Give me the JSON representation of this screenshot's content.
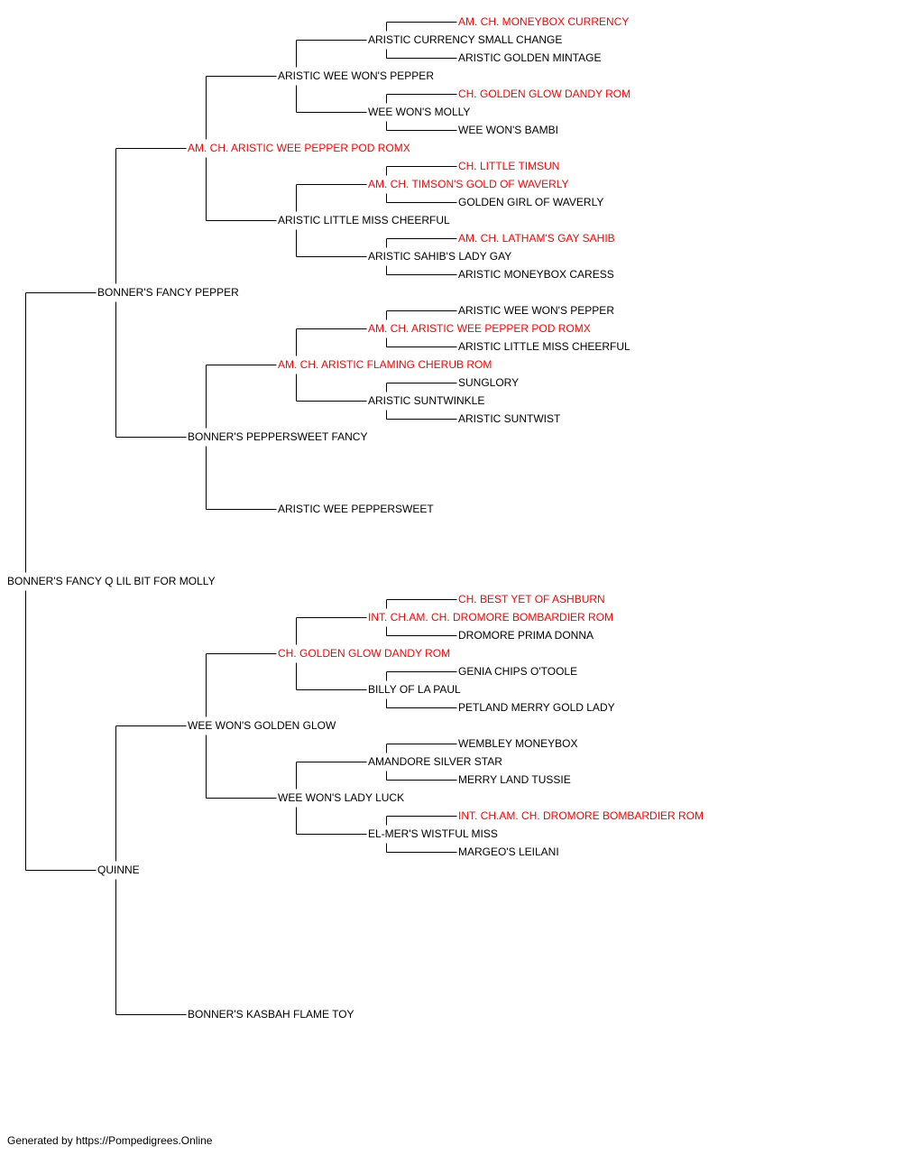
{
  "colors": {
    "champion": "#ff0000",
    "normal": "#000000"
  },
  "pedigree": {
    "name": "BONNER'S FANCY Q LIL BIT FOR MOLLY",
    "champion": false,
    "sire": {
      "name": "BONNER'S FANCY PEPPER",
      "champion": false,
      "sire": {
        "name": "AM. CH. ARISTIC WEE PEPPER POD ROMX",
        "champion": true,
        "sire": {
          "name": "ARISTIC WEE WON'S PEPPER",
          "champion": false,
          "sire": {
            "name": "ARISTIC CURRENCY SMALL CHANGE",
            "champion": false,
            "sire": {
              "name": "AM. CH. MONEYBOX CURRENCY",
              "champion": true
            },
            "dam": {
              "name": "ARISTIC GOLDEN MINTAGE",
              "champion": false
            }
          },
          "dam": {
            "name": "WEE WON'S MOLLY",
            "champion": false,
            "sire": {
              "name": "CH. GOLDEN GLOW DANDY ROM",
              "champion": true
            },
            "dam": {
              "name": "WEE WON'S BAMBI",
              "champion": false
            }
          }
        },
        "dam": {
          "name": "ARISTIC LITTLE MISS CHEERFUL",
          "champion": false,
          "sire": {
            "name": "AM. CH. TIMSON'S GOLD OF WAVERLY",
            "champion": true,
            "sire": {
              "name": "CH. LITTLE TIMSUN",
              "champion": true
            },
            "dam": {
              "name": "GOLDEN GIRL OF WAVERLY",
              "champion": false
            }
          },
          "dam": {
            "name": "ARISTIC SAHIB'S LADY GAY",
            "champion": false,
            "sire": {
              "name": "AM. CH. LATHAM'S GAY SAHIB",
              "champion": true
            },
            "dam": {
              "name": "ARISTIC MONEYBOX CARESS",
              "champion": false
            }
          }
        }
      },
      "dam": {
        "name": "BONNER'S PEPPERSWEET FANCY",
        "champion": false,
        "sire": {
          "name": "AM. CH. ARISTIC FLAMING CHERUB ROM",
          "champion": true,
          "sire": {
            "name": "AM. CH. ARISTIC WEE PEPPER POD ROMX",
            "champion": true,
            "sire": {
              "name": "ARISTIC WEE WON'S PEPPER",
              "champion": false
            },
            "dam": {
              "name": "ARISTIC LITTLE MISS CHEERFUL",
              "champion": false
            }
          },
          "dam": {
            "name": "ARISTIC SUNTWINKLE",
            "champion": false,
            "sire": {
              "name": "SUNGLORY",
              "champion": false
            },
            "dam": {
              "name": "ARISTIC SUNTWIST",
              "champion": false
            }
          }
        },
        "dam": {
          "name": "ARISTIC WEE PEPPERSWEET",
          "champion": false
        }
      }
    },
    "dam": {
      "name": "QUINNE",
      "champion": false,
      "sire": {
        "name": "WEE WON'S GOLDEN GLOW",
        "champion": false,
        "sire": {
          "name": "CH. GOLDEN GLOW DANDY ROM",
          "champion": true,
          "sire": {
            "name": "INT. CH.AM. CH. DROMORE BOMBARDIER ROM",
            "champion": true,
            "sire": {
              "name": "CH. BEST YET OF ASHBURN",
              "champion": true
            },
            "dam": {
              "name": "DROMORE PRIMA DONNA",
              "champion": false
            }
          },
          "dam": {
            "name": "BILLY OF LA PAUL",
            "champion": false,
            "sire": {
              "name": "GENIA CHIPS O'TOOLE",
              "champion": false
            },
            "dam": {
              "name": "PETLAND MERRY GOLD LADY",
              "champion": false
            }
          }
        },
        "dam": {
          "name": "WEE WON'S LADY LUCK",
          "champion": false,
          "sire": {
            "name": "AMANDORE SILVER STAR",
            "champion": false,
            "sire": {
              "name": "WEMBLEY MONEYBOX",
              "champion": false
            },
            "dam": {
              "name": "MERRY LAND TUSSIE",
              "champion": false
            }
          },
          "dam": {
            "name": "EL-MER'S WISTFUL MISS",
            "champion": false,
            "sire": {
              "name": "INT. CH.AM. CH. DROMORE BOMBARDIER ROM",
              "champion": true
            },
            "dam": {
              "name": "MARGEO'S LEILANI",
              "champion": false
            }
          }
        }
      },
      "dam": {
        "name": "BONNER'S KASBAH FLAME TOY",
        "champion": false
      }
    }
  },
  "footer": "Generated by https://Pompedigrees.Online"
}
